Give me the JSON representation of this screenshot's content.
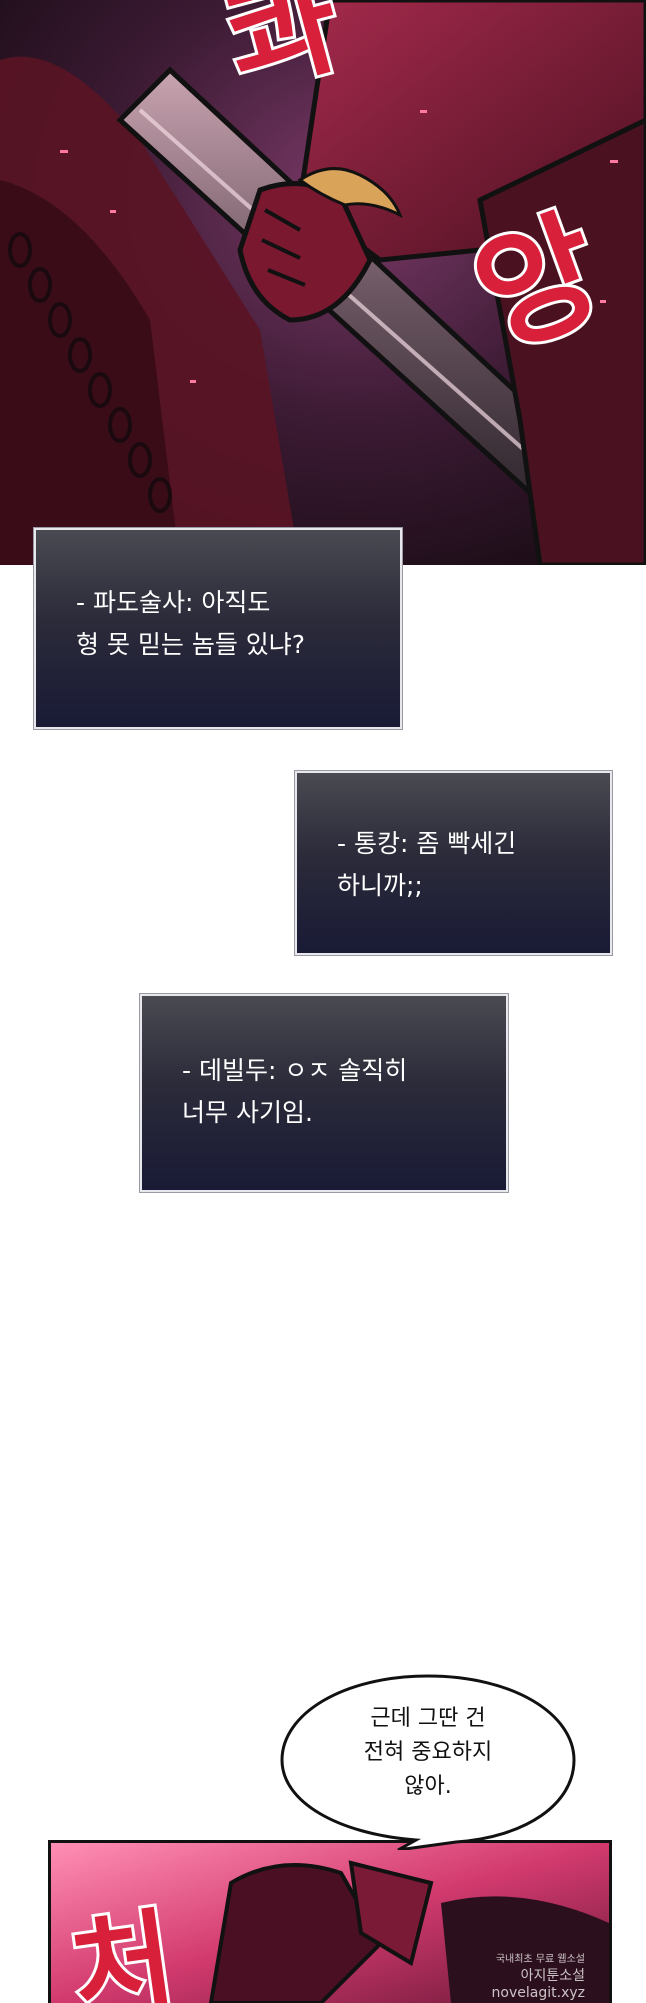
{
  "sfx": {
    "top_left": "콰",
    "top_right": "앙",
    "bottom": "처"
  },
  "chat_messages": [
    {
      "line1": "- 파도술사: 아직도",
      "line2": "형 못 믿는 놈들 있냐?"
    },
    {
      "line1": "- 통캉: 좀 빡세긴",
      "line2": "하니까;;"
    },
    {
      "line1": "- 데빌두: ㅇㅈ 솔직히",
      "line2": "너무 사기임."
    }
  ],
  "speech_bubble": {
    "line1": "근데 그딴 건",
    "line2": "전혀 중요하지",
    "line3": "않아."
  },
  "watermark": {
    "sub": "국내최초 무료 웹소설",
    "brand": "아지툰소설",
    "site": "novelagit.xyz"
  }
}
